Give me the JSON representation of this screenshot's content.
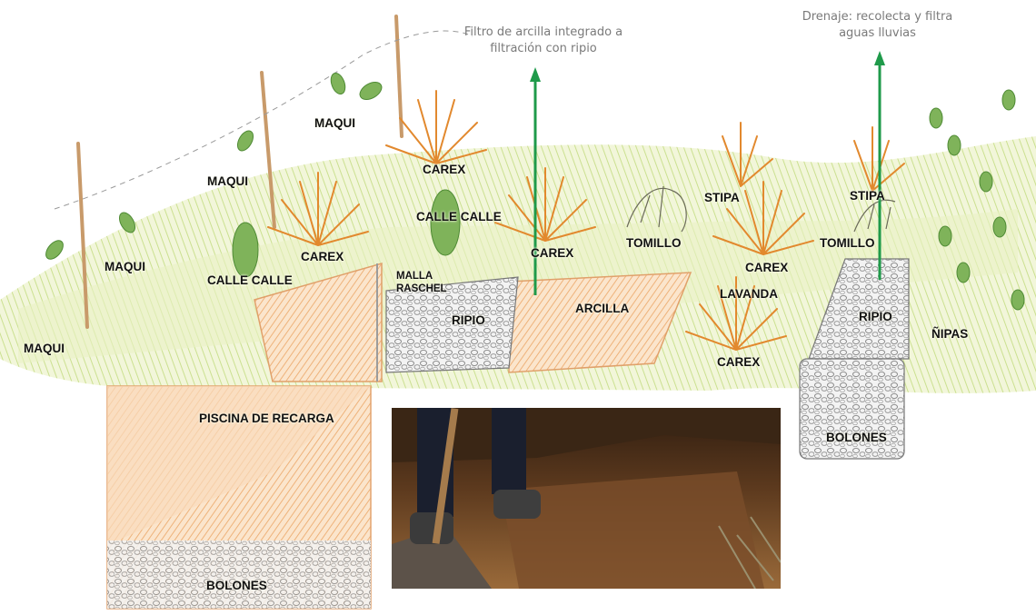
{
  "annotations": {
    "filter": "Filtro de arcilla integrado a filtración con ripio",
    "drainage": "Drenaje: recolecta y filtra aguas lluvias"
  },
  "labels": {
    "maqui_1": "MAQUI",
    "maqui_2": "MAQUI",
    "maqui_3": "MAQUI",
    "maqui_4": "MAQUI",
    "calle_calle_1": "CALLE CALLE",
    "calle_calle_2": "CALLE CALLE",
    "carex_1": "CAREX",
    "carex_2": "CAREX",
    "carex_3": "CAREX",
    "carex_4": "CAREX",
    "carex_5": "CAREX",
    "malla_raschel": "MALLA RASCHEL",
    "ripio_1": "RIPIO",
    "ripio_2": "RIPIO",
    "arcilla": "ARCILLA",
    "tomillo_1": "TOMILLO",
    "tomillo_2": "TOMILLO",
    "stipa_1": "STIPA",
    "stipa_2": "STIPA",
    "lavanda": "LAVANDA",
    "nipas": "ÑIPAS",
    "bolones_1": "BOLONES",
    "bolones_2": "BOLONES",
    "piscina": "PISCINA DE RECARGA"
  },
  "colors": {
    "arrow": "#1f9a4a",
    "clay": "#e8b98a",
    "grass": "#cfe39a",
    "carex": "#e2892e",
    "gravel": "#cfcfcf",
    "soil": "#5b3a20"
  }
}
